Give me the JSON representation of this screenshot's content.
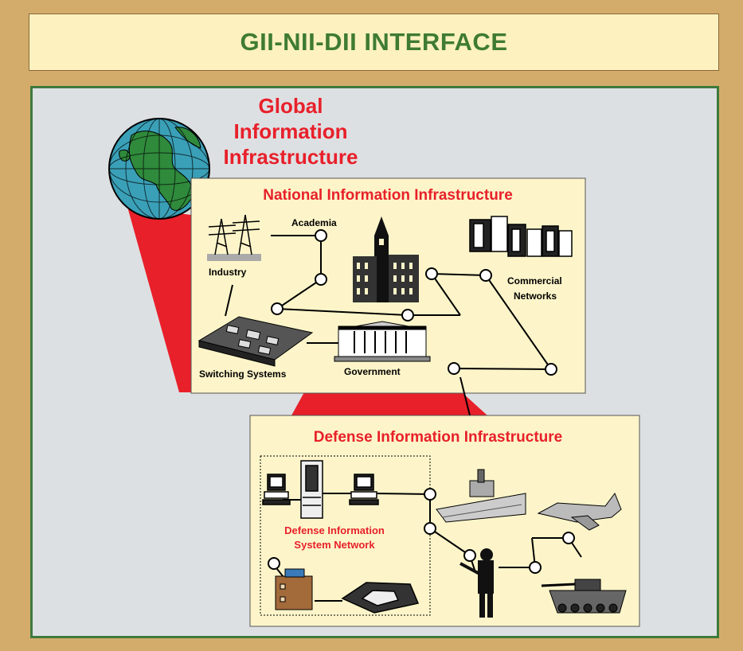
{
  "title": "GII-NII-DII INTERFACE",
  "gii": {
    "line1": "Global",
    "line2": "Information",
    "line3": "Infrastructure"
  },
  "nii": {
    "title": "National Information Infrastructure",
    "academia": "Academia",
    "industry": "Industry",
    "commercial1": "Commercial",
    "commercial2": "Networks",
    "switching": "Switching Systems",
    "government": "Government"
  },
  "dii": {
    "title": "Defense Information Infrastructure",
    "network1": "Defense Information",
    "network2": "System Network"
  },
  "colors": {
    "red": "#e8202a",
    "green": "#3f7b33",
    "cream": "#fdf5c9",
    "background": "#d3ac6b",
    "panel": "#dde0e3"
  }
}
